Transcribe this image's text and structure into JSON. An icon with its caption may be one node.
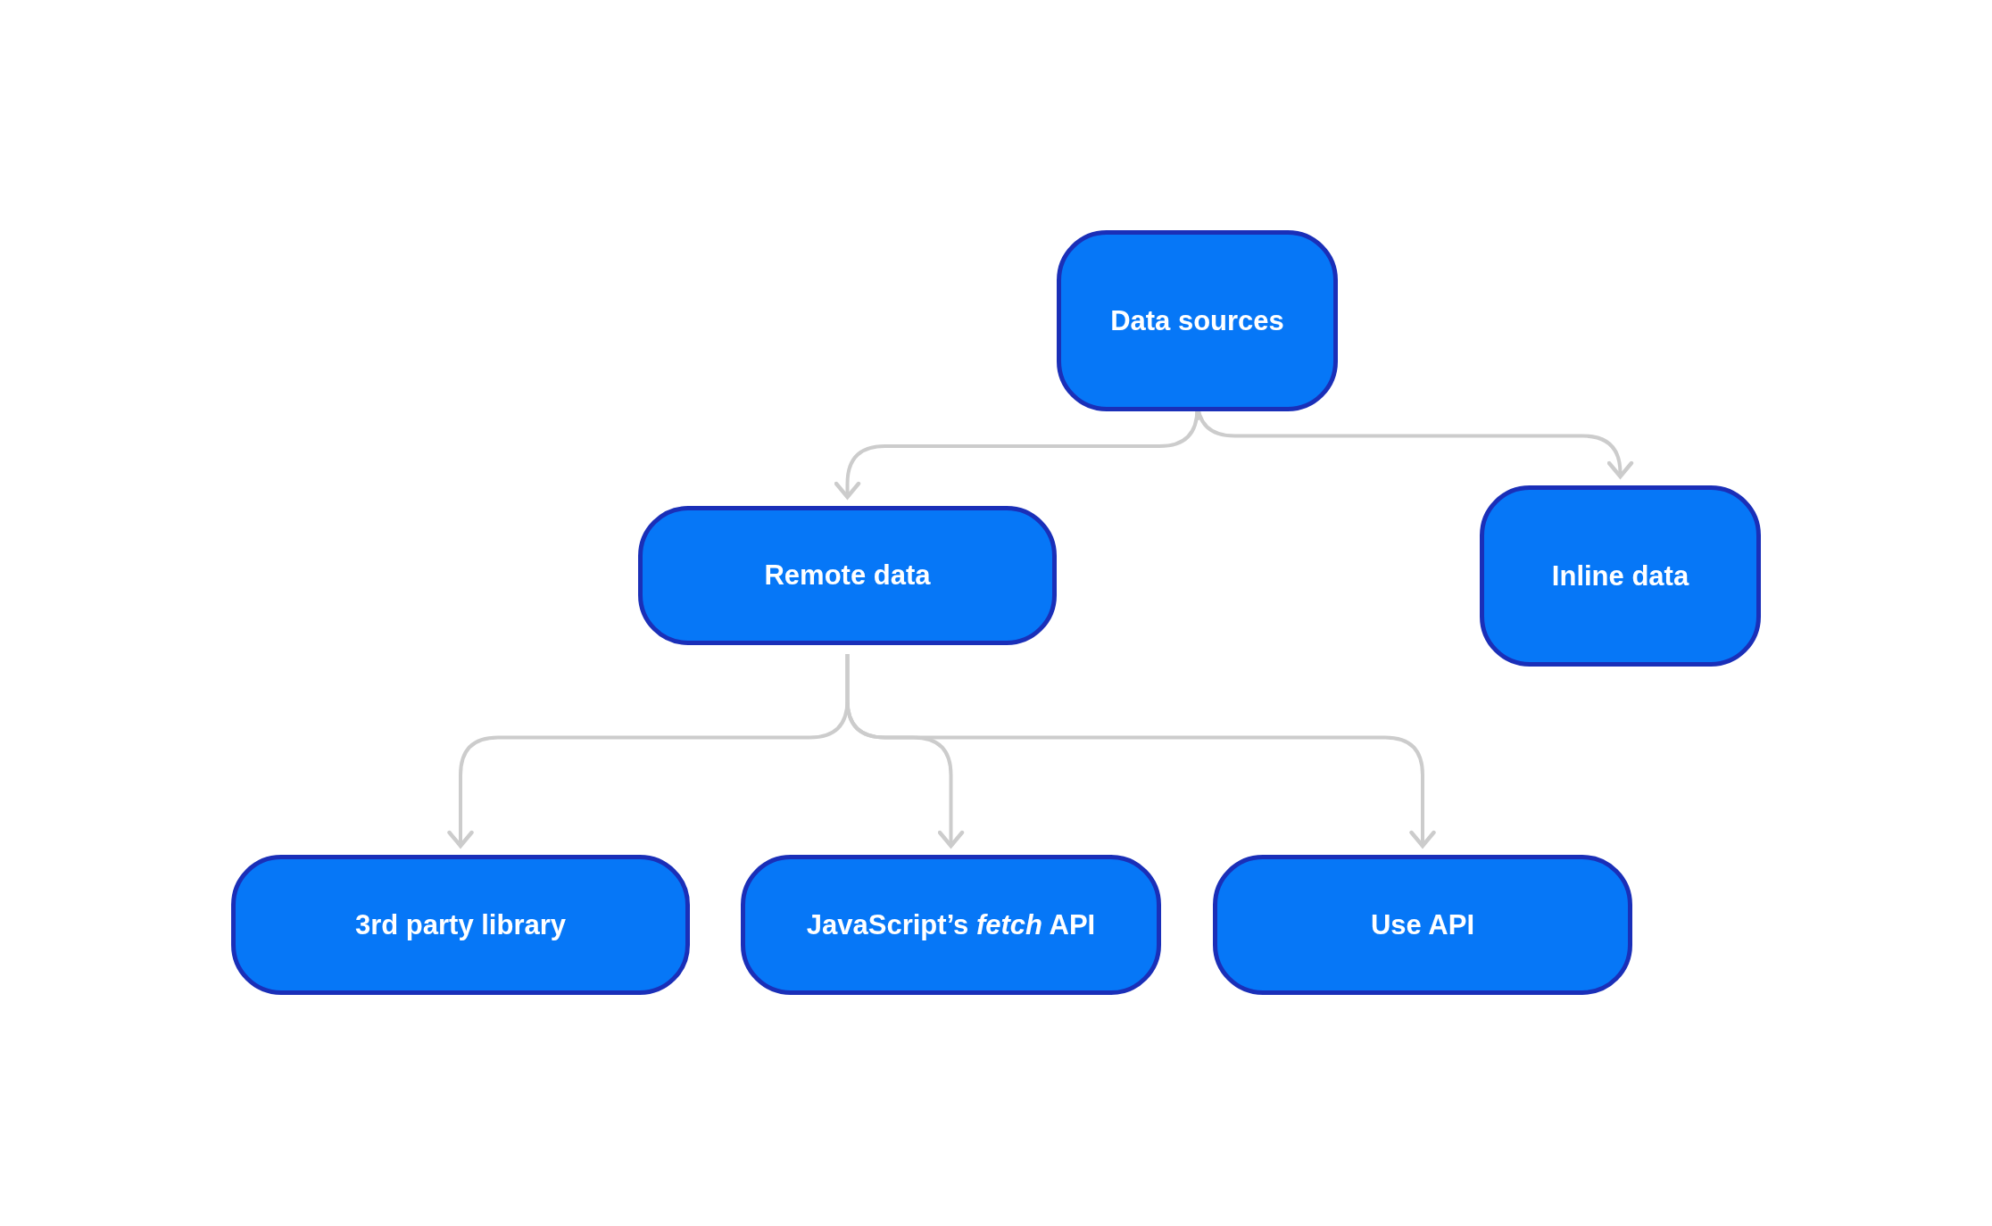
{
  "diagram": {
    "nodes": [
      {
        "text": [
          "Data sources"
        ]
      },
      {
        "text": [
          "Remote data"
        ]
      },
      {
        "text": [
          "Inline data"
        ]
      },
      {
        "text": [
          "3rd party library"
        ]
      },
      {
        "text": [
          "JavaScript’s *fetch* API"
        ]
      },
      {
        "text": [
          "Use API"
        ]
      }
    ],
    "edges": [
      {
        "from": 0,
        "to": 1,
        "arrow": "to"
      },
      {
        "from": 0,
        "to": 2,
        "arrow": "to"
      },
      {
        "from": 1,
        "to": 3,
        "arrow": "to"
      },
      {
        "from": 1,
        "to": 4,
        "arrow": "to"
      },
      {
        "from": 1,
        "to": 5,
        "arrow": "to"
      }
    ]
  }
}
